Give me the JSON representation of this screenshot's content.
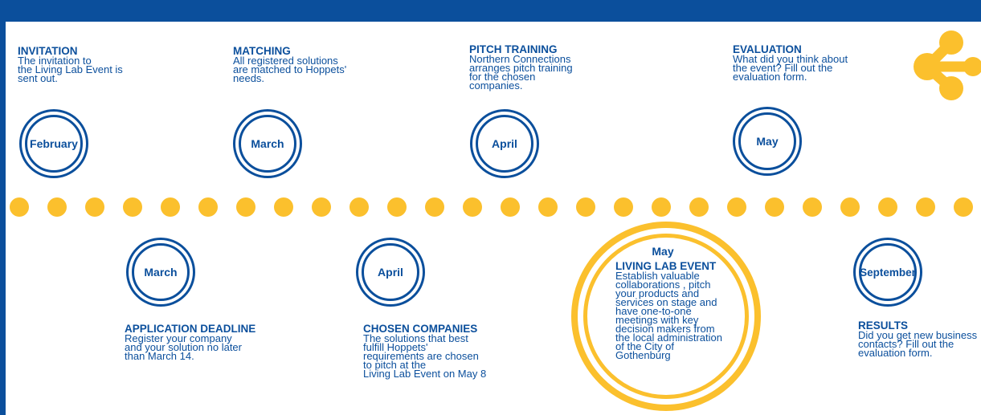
{
  "colors": {
    "primary": "#0b4f9c",
    "accent": "#fbc02d"
  },
  "logo": {
    "icon": "yellow-network-nodes-icon"
  },
  "top_events": [
    {
      "title": "INVITATION",
      "body": "The invitation to\nthe Living Lab Event is\nsent out.",
      "month": "February"
    },
    {
      "title": "MATCHING",
      "body": "All registered solutions\nare matched to Hoppets'\nneeds.",
      "month": "March"
    },
    {
      "title": "PITCH TRAINING",
      "body": "Northern Connections\narranges pitch training\nfor the chosen\ncompanies.",
      "month": "April"
    },
    {
      "title": "EVALUATION",
      "body": "What did you think about\nthe event? Fill out the\nevaluation form.",
      "month": "May"
    }
  ],
  "bottom_events": [
    {
      "title": "APPLICATION DEADLINE",
      "body": "Register your company\nand your solution no later\nthan March 14.",
      "month": "March"
    },
    {
      "title": "CHOSEN COMPANIES",
      "body": "The solutions that best\nfulfill Hoppets'\nrequirements are chosen\nto pitch at the\nLiving Lab Event on May 8",
      "month": "April"
    },
    {
      "title": "LIVING LAB EVENT",
      "body": "Establish valuable\ncollaborations , pitch\nyour products and\nservices on stage and\nhave one-to-one\nmeetings with key\ndecision makers from\nthe local administration\nof the City of\nGothenburg",
      "month": "May"
    },
    {
      "title": "RESULTS",
      "body": "Did you get new business\ncontacts? Fill out the\nevaluation form.",
      "month": "September"
    }
  ]
}
